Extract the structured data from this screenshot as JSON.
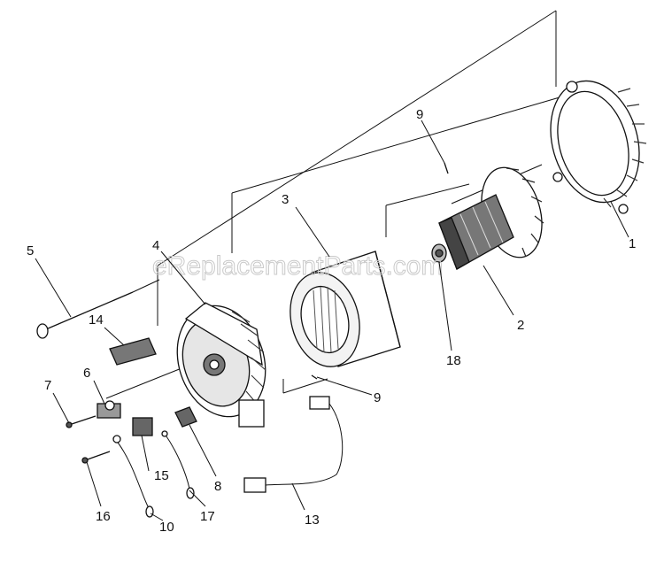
{
  "diagram": {
    "watermark": "eReplacementParts.com",
    "callouts": [
      {
        "id": "1",
        "text": "1"
      },
      {
        "id": "2",
        "text": "2"
      },
      {
        "id": "3",
        "text": "3"
      },
      {
        "id": "4",
        "text": "4"
      },
      {
        "id": "5",
        "text": "5"
      },
      {
        "id": "6",
        "text": "6"
      },
      {
        "id": "7",
        "text": "7"
      },
      {
        "id": "8",
        "text": "8"
      },
      {
        "id": "9a",
        "text": "9"
      },
      {
        "id": "9b",
        "text": "9"
      },
      {
        "id": "10",
        "text": "10"
      },
      {
        "id": "13",
        "text": "13"
      },
      {
        "id": "14",
        "text": "14"
      },
      {
        "id": "15",
        "text": "15"
      },
      {
        "id": "16",
        "text": "16"
      },
      {
        "id": "17",
        "text": "17"
      },
      {
        "id": "18",
        "text": "18"
      }
    ]
  }
}
